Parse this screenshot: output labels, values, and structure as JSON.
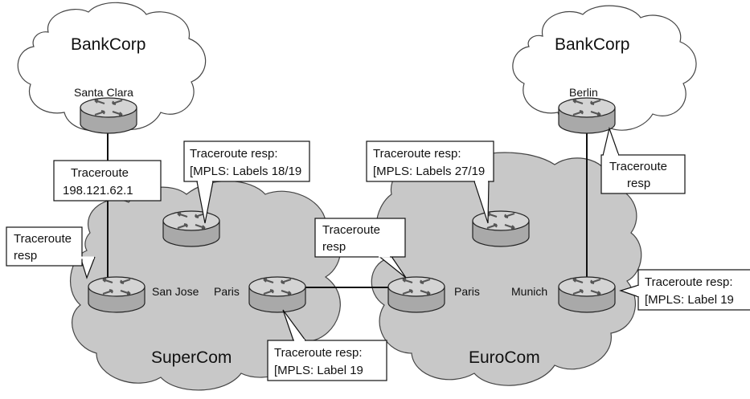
{
  "clouds": {
    "bankcorp_left": "BankCorp",
    "bankcorp_right": "BankCorp",
    "supercom": "SuperCom",
    "eurocom": "EuroCom"
  },
  "routers": {
    "santa_clara": "Santa Clara",
    "berlin": "Berlin",
    "san_jose": "San Jose",
    "paris_supercom": "Paris",
    "paris_eurocom": "Paris",
    "munich": "Munich"
  },
  "callouts": {
    "traceroute": [
      "Traceroute",
      "198.121.62.1"
    ],
    "san_jose_resp": [
      "Traceroute",
      "resp"
    ],
    "supercom_core_resp": [
      "Traceroute resp:",
      "[MPLS: Labels 18/19"
    ],
    "supercom_paris_resp": [
      "Traceroute resp:",
      "[MPLS: Label 19"
    ],
    "eurocom_paris_resp": [
      "Traceroute",
      "resp"
    ],
    "eurocom_core_resp": [
      "Traceroute resp:",
      "[MPLS: Labels 27/19"
    ],
    "berlin_resp": [
      "Traceroute",
      "resp"
    ],
    "munich_resp": [
      "Traceroute resp:",
      "[MPLS: Label 19"
    ]
  },
  "colors": {
    "provider_cloud": "#c8c8c8",
    "customer_cloud": "#ffffff",
    "router_body": "#b4b4b4",
    "router_top": "#d6d6d6",
    "line": "#111111"
  },
  "icons": {
    "router": "router-icon"
  }
}
